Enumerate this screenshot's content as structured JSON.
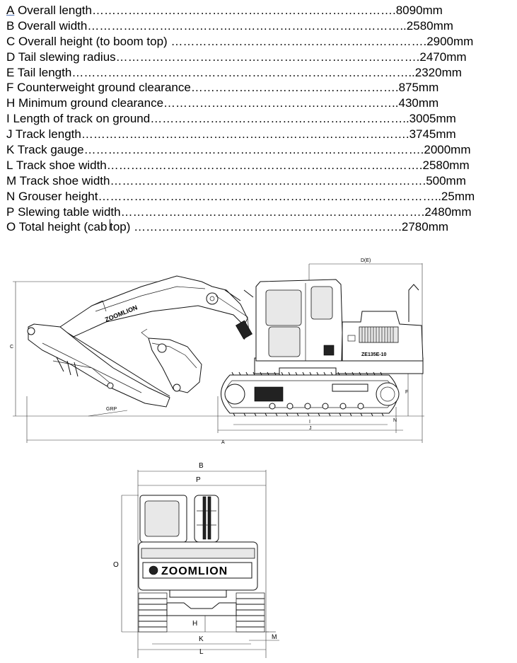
{
  "specs": [
    {
      "letter": "A",
      "label": " Overall length",
      "dots": "………………………………………………………………….",
      "value": "8090mm"
    },
    {
      "letter": "B",
      "label": " Overall width",
      "dots": "……………………………………………………………………..",
      "value": "2580mm"
    },
    {
      "letter": "C",
      "label": " Overall height (to boom top) ",
      "dots": "……………………………………………………….",
      "value": "2900mm"
    },
    {
      "letter": "D",
      "label": " Tail slewing radius",
      "dots": "………………………………………………………………….",
      "value": "2470mm"
    },
    {
      "letter": "E",
      "label": " Tail length",
      "dots": "…………………………………………………………………………..",
      "value": "2320mm"
    },
    {
      "letter": "F",
      "label": " Counterweight ground clearance",
      "dots": "…………………………………………….",
      "value": "875mm"
    },
    {
      "letter": "H",
      "label": " Minimum ground clearance",
      "dots": "…………………………………………………..",
      "value": "430mm"
    },
    {
      "letter": "I",
      "label": " Length of track on ground",
      "dots": "………………………………………………………..",
      "value": "3005mm"
    },
    {
      "letter": "J",
      "label": " Track length",
      "dots": "……………………………………………………………………….",
      "value": "3745mm"
    },
    {
      "letter": "K",
      "label": " Track gauge",
      "dots": "………………………………………………………………………….",
      "value": "2000mm"
    },
    {
      "letter": "L",
      "label": " Track shoe width",
      "dots": "…………………………………………………………………….",
      "value": "2580mm"
    },
    {
      "letter": "M",
      "label": " Track shoe width",
      "dots": "…………………………………………………………………….",
      "value": "500mm"
    },
    {
      "letter": "N",
      "label": " Grouser height",
      "dots": "…………………………………………………………………………..",
      "value": "25mm"
    },
    {
      "letter": "P",
      "label": " Slewing table width",
      "dots": "………………………………………………………………….",
      "value": "2480mm"
    },
    {
      "letter": "O",
      "label": " Total height (cab ",
      "caret": true,
      "label2": "top) ",
      "dots": "………………………………………………………….",
      "value": "2780mm"
    }
  ],
  "side_view": {
    "brand": "ZOOMLION",
    "model": "ZE135E-10",
    "labels": {
      "de": "D(E)",
      "c": "C",
      "f": "F",
      "grp": "GRP",
      "i": "I",
      "j": "J",
      "a": "A",
      "n": "N"
    }
  },
  "front_view": {
    "brand": "ZOOMLION",
    "labels": {
      "b": "B",
      "p": "P",
      "o": "O",
      "h": "H",
      "k": "K",
      "l": "L",
      "m": "M"
    }
  }
}
